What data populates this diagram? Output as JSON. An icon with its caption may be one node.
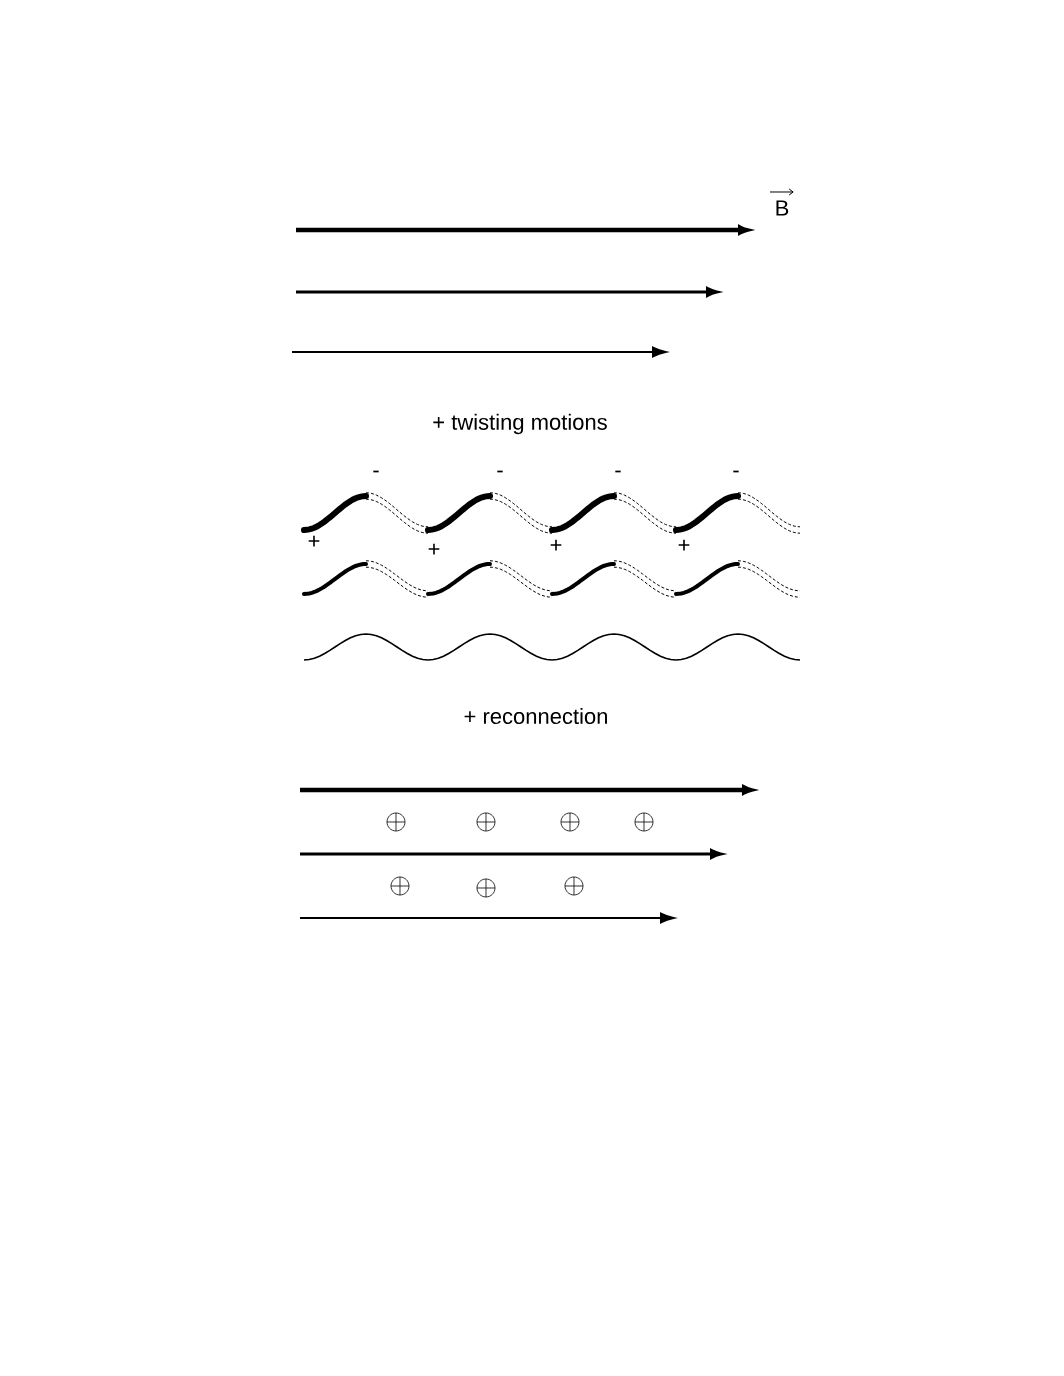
{
  "diagram": {
    "labels": [
      "B",
      "+ twisting motions",
      "-",
      "-",
      "-",
      "-",
      "+",
      "+",
      "+",
      "+",
      "+ reconnection"
    ]
  }
}
